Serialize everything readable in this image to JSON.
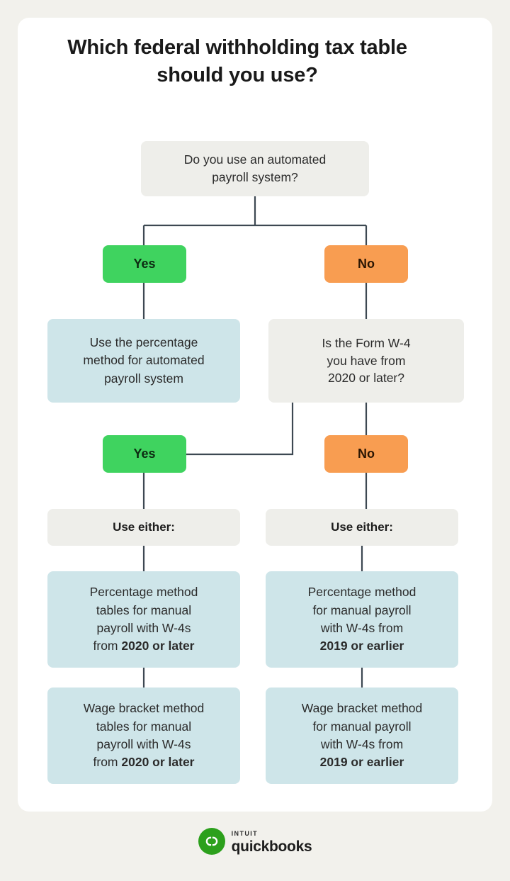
{
  "page": {
    "background_color": "#f2f1ec",
    "card_color": "#ffffff",
    "title": "Which federal withholding tax table should you use?"
  },
  "colors": {
    "yes_green": "#3fd35f",
    "no_orange": "#f89d51",
    "info_blue": "#cee5e9",
    "neutral_gray": "#eeeeea",
    "connector": "#3d4852",
    "logo_green": "#2ca01c"
  },
  "chart_data": {
    "type": "diagram",
    "title": "Which federal withholding tax table should you use?",
    "nodes": [
      {
        "id": "q1",
        "kind": "question",
        "text": "Do you use an automated payroll system?"
      },
      {
        "id": "yes1",
        "kind": "decision-yes",
        "text": "Yes"
      },
      {
        "id": "no1",
        "kind": "decision-no",
        "text": "No"
      },
      {
        "id": "r1",
        "kind": "result",
        "text": "Use the percentage method for automated payroll system"
      },
      {
        "id": "q2",
        "kind": "question",
        "text": "Is the Form W-4 you have from 2020 or later?"
      },
      {
        "id": "yes2",
        "kind": "decision-yes",
        "text": "Yes"
      },
      {
        "id": "no2",
        "kind": "decision-no",
        "text": "No"
      },
      {
        "id": "either_left",
        "kind": "label",
        "text": "Use either:"
      },
      {
        "id": "either_right",
        "kind": "label",
        "text": "Use either:"
      },
      {
        "id": "left_a",
        "kind": "result",
        "text": "Percentage method tables for manual payroll with W-4s from 2020 or later",
        "emphasis": "2020 or later"
      },
      {
        "id": "left_b",
        "kind": "result",
        "text": "Wage bracket method tables for manual payroll with W-4s from 2020 or later",
        "emphasis": "2020 or later"
      },
      {
        "id": "right_a",
        "kind": "result",
        "text": "Percentage method for manual payroll with W-4s from 2019 or earlier",
        "emphasis": "2019 or earlier"
      },
      {
        "id": "right_b",
        "kind": "result",
        "text": "Wage bracket method for manual payroll with W-4s from 2019 or earlier",
        "emphasis": "2019 or earlier"
      }
    ],
    "edges": [
      {
        "from": "q1",
        "to": "yes1"
      },
      {
        "from": "q1",
        "to": "no1"
      },
      {
        "from": "yes1",
        "to": "r1"
      },
      {
        "from": "no1",
        "to": "q2"
      },
      {
        "from": "q2",
        "to": "yes2"
      },
      {
        "from": "q2",
        "to": "no2"
      },
      {
        "from": "yes2",
        "to": "either_left"
      },
      {
        "from": "no2",
        "to": "either_right"
      },
      {
        "from": "either_left",
        "to": "left_a"
      },
      {
        "from": "left_a",
        "to": "left_b"
      },
      {
        "from": "either_right",
        "to": "right_a"
      },
      {
        "from": "right_a",
        "to": "right_b"
      }
    ]
  },
  "flow": {
    "q1_line1": "Do you use an automated",
    "q1_line2": "payroll system?",
    "yes1": "Yes",
    "no1": "No",
    "r1_line1": "Use the percentage",
    "r1_line2": "method for automated",
    "r1_line3": "payroll system",
    "q2_line1": "Is the Form W-4",
    "q2_line2": "you have from",
    "q2_line3": "2020 or later?",
    "yes2": "Yes",
    "no2": "No",
    "either_left": "Use either:",
    "either_right": "Use either:",
    "left_a_line1": "Percentage method",
    "left_a_line2": "tables for manual",
    "left_a_line3": "payroll with W-4s",
    "left_a_line4_prefix": "from ",
    "left_a_line4_bold": "2020 or later",
    "left_b_line1": "Wage bracket method",
    "left_b_line2": "tables for manual",
    "left_b_line3": "payroll with W-4s",
    "left_b_line4_prefix": "from ",
    "left_b_line4_bold": "2020 or later",
    "right_a_line1": "Percentage method",
    "right_a_line2": "for manual payroll",
    "right_a_line3": "with W-4s from",
    "right_a_line4_bold": "2019 or earlier",
    "right_b_line1": "Wage bracket method",
    "right_b_line2": "for manual payroll",
    "right_b_line3": "with W-4s from",
    "right_b_line4_bold": "2019 or earlier"
  },
  "footer": {
    "brand_top": "intuit",
    "brand_bottom": "quickbooks"
  }
}
